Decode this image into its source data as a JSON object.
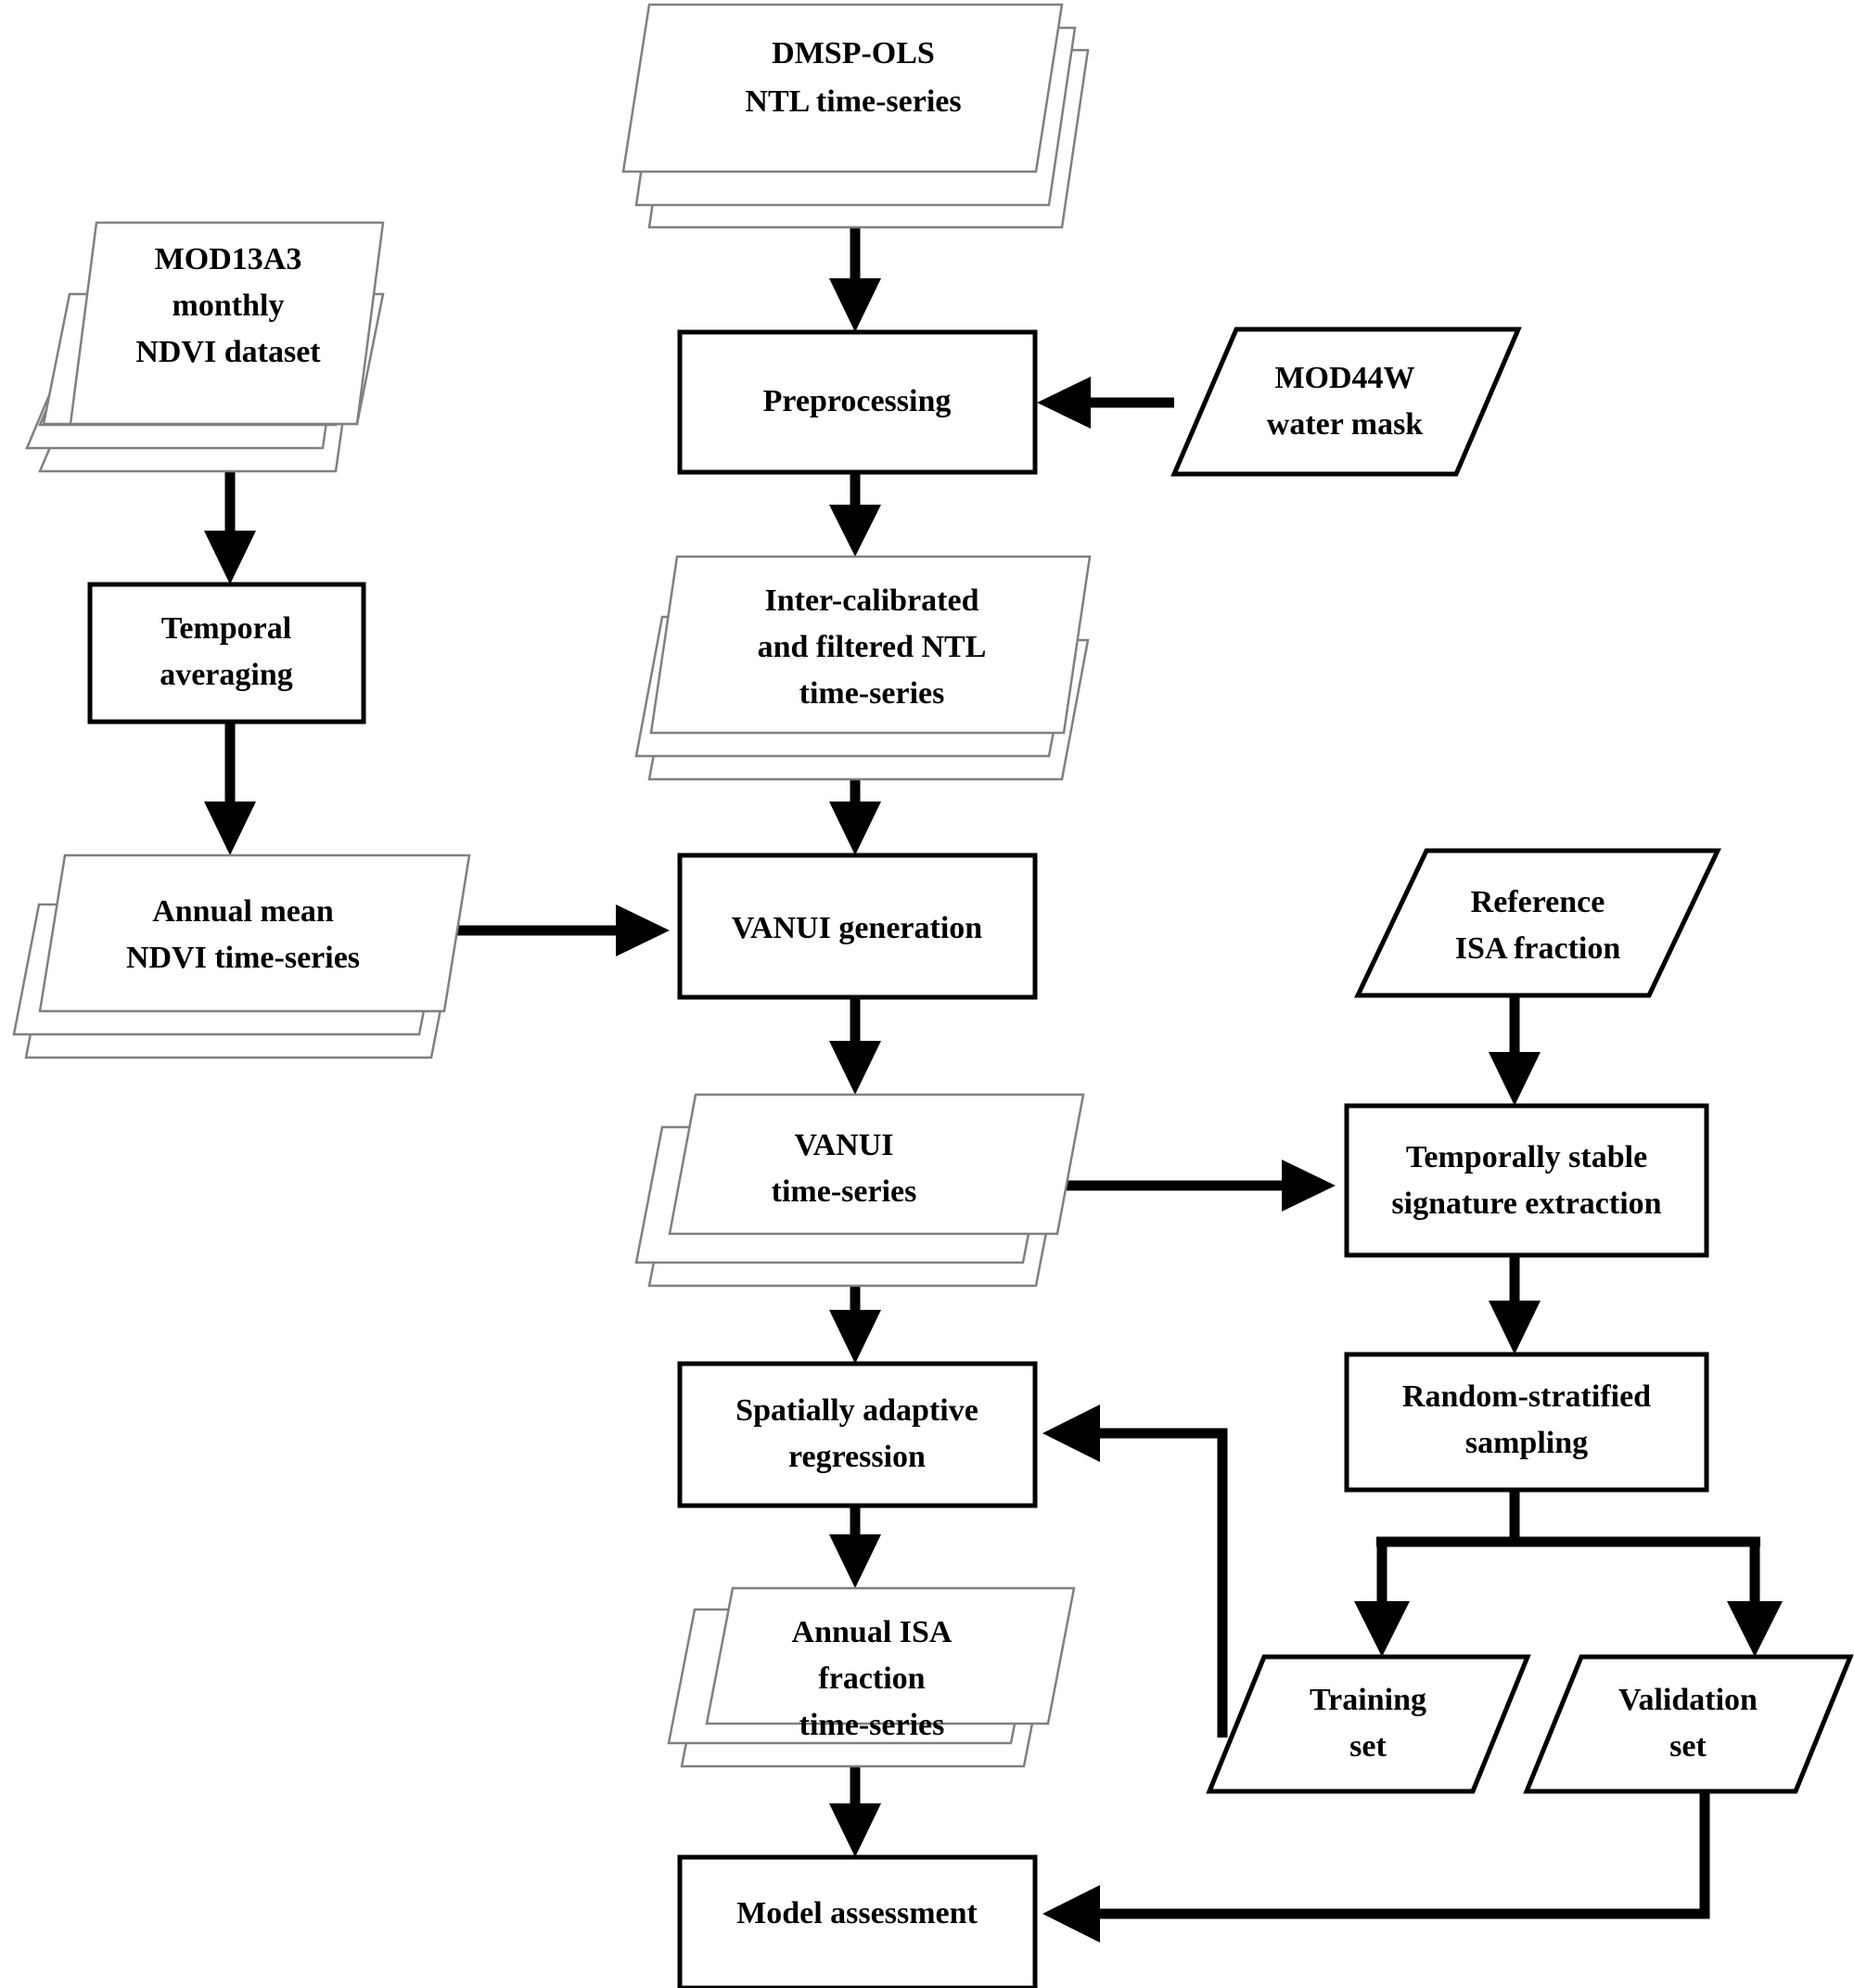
{
  "diagram": {
    "title": "ISA fraction mapping workflow",
    "type": "flowchart",
    "stroke_color": "#000000",
    "sheet_stroke_color": "#808080",
    "background": "#ffffff"
  },
  "nodes": {
    "dmsp_ols": {
      "shape": "stacked-sheet",
      "lines": [
        "DMSP-OLS",
        "NTL time-series"
      ]
    },
    "mod13a3": {
      "shape": "stacked-sheet",
      "lines": [
        "MOD13A3",
        "monthly",
        "NDVI dataset"
      ]
    },
    "preprocessing": {
      "shape": "process",
      "lines": [
        "Preprocessing"
      ]
    },
    "mod44w": {
      "shape": "parallelogram",
      "lines": [
        "MOD44W",
        "water mask"
      ]
    },
    "temporal_averaging": {
      "shape": "process",
      "lines": [
        "Temporal",
        "averaging"
      ]
    },
    "intercalibrated_ntl": {
      "shape": "stacked-sheet",
      "lines": [
        "Inter-calibrated",
        "and filtered NTL",
        "time-series"
      ]
    },
    "annual_mean_ndvi": {
      "shape": "stacked-sheet",
      "lines": [
        "Annual mean",
        "NDVI time-series"
      ]
    },
    "vanui_generation": {
      "shape": "process",
      "lines": [
        "VANUI generation"
      ]
    },
    "reference_isa": {
      "shape": "parallelogram",
      "lines": [
        "Reference",
        "ISA fraction"
      ]
    },
    "vanui_timeseries": {
      "shape": "stacked-sheet",
      "lines": [
        "VANUI",
        "time-series"
      ]
    },
    "stable_signature": {
      "shape": "process",
      "lines": [
        "Temporally stable",
        "signature extraction"
      ]
    },
    "random_sampling": {
      "shape": "process",
      "lines": [
        "Random-stratified",
        "sampling"
      ]
    },
    "spatial_regression": {
      "shape": "process",
      "lines": [
        "Spatially adaptive",
        "regression"
      ]
    },
    "annual_isa_fraction": {
      "shape": "stacked-sheet",
      "lines": [
        "Annual ISA",
        "fraction",
        "time-series"
      ]
    },
    "training_set": {
      "shape": "parallelogram",
      "lines": [
        "Training",
        "set"
      ]
    },
    "validation_set": {
      "shape": "parallelogram",
      "lines": [
        "Validation",
        "set"
      ]
    },
    "model_assessment": {
      "shape": "process",
      "lines": [
        "Model assessment"
      ]
    }
  },
  "edges": [
    {
      "from": "dmsp_ols",
      "to": "preprocessing"
    },
    {
      "from": "mod44w",
      "to": "preprocessing"
    },
    {
      "from": "mod13a3",
      "to": "temporal_averaging"
    },
    {
      "from": "preprocessing",
      "to": "intercalibrated_ntl"
    },
    {
      "from": "temporal_averaging",
      "to": "annual_mean_ndvi"
    },
    {
      "from": "intercalibrated_ntl",
      "to": "vanui_generation"
    },
    {
      "from": "annual_mean_ndvi",
      "to": "vanui_generation"
    },
    {
      "from": "vanui_generation",
      "to": "vanui_timeseries"
    },
    {
      "from": "reference_isa",
      "to": "stable_signature"
    },
    {
      "from": "vanui_timeseries",
      "to": "stable_signature"
    },
    {
      "from": "vanui_timeseries",
      "to": "spatial_regression"
    },
    {
      "from": "stable_signature",
      "to": "random_sampling"
    },
    {
      "from": "random_sampling",
      "to": "training_set"
    },
    {
      "from": "random_sampling",
      "to": "validation_set"
    },
    {
      "from": "training_set",
      "to": "spatial_regression"
    },
    {
      "from": "spatial_regression",
      "to": "annual_isa_fraction"
    },
    {
      "from": "annual_isa_fraction",
      "to": "model_assessment"
    },
    {
      "from": "validation_set",
      "to": "model_assessment"
    }
  ]
}
